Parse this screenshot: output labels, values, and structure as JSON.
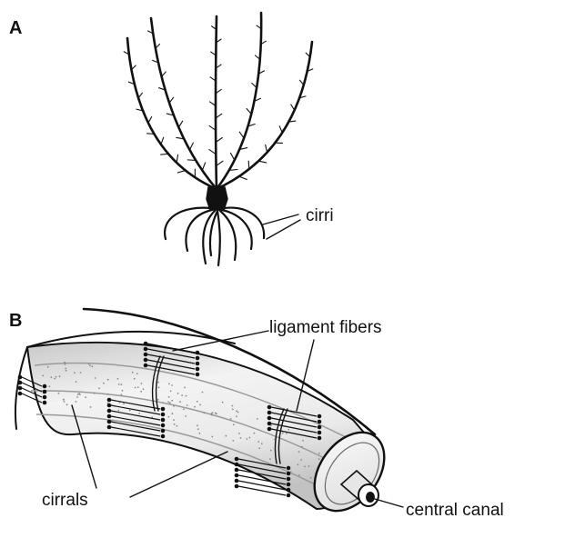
{
  "panels": {
    "a": {
      "letter": "A",
      "labels": {
        "cirri": "cirri"
      }
    },
    "b": {
      "letter": "B",
      "labels": {
        "ligament_fibers": "ligament fibers",
        "cirrals": "cirrals",
        "central_canal": "central canal"
      }
    }
  },
  "colors": {
    "ink": "#111111",
    "shade_dark": "#c9c9c9",
    "shade_light": "#f4f4f4"
  }
}
